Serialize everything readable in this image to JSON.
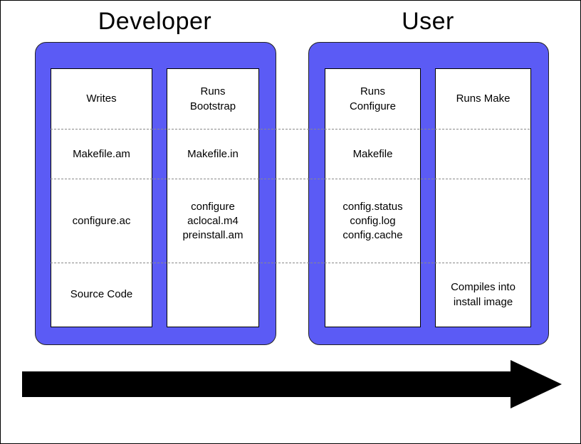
{
  "titles": {
    "developer": "Developer",
    "user": "User"
  },
  "groups": [
    {
      "title": "Developer",
      "columns": [
        {
          "name": "writes-column",
          "rows": [
            "Writes",
            "Makefile.am",
            "configure.ac",
            "Source Code"
          ]
        },
        {
          "name": "bootstrap-column",
          "rows": [
            "Runs\nBootstrap",
            "Makefile.in",
            "configure\naclocal.m4\npreinstall.am",
            ""
          ]
        }
      ]
    },
    {
      "title": "User",
      "columns": [
        {
          "name": "configure-column",
          "rows": [
            "Runs\nConfigure",
            "Makefile",
            "config.status\nconfig.log\nconfig.cache",
            ""
          ]
        },
        {
          "name": "make-column",
          "rows": [
            "Runs Make",
            "",
            "",
            "Compiles into\ninstall image"
          ]
        }
      ]
    }
  ],
  "colors": {
    "box": "#5b5bf5",
    "arrow": "#000000"
  }
}
